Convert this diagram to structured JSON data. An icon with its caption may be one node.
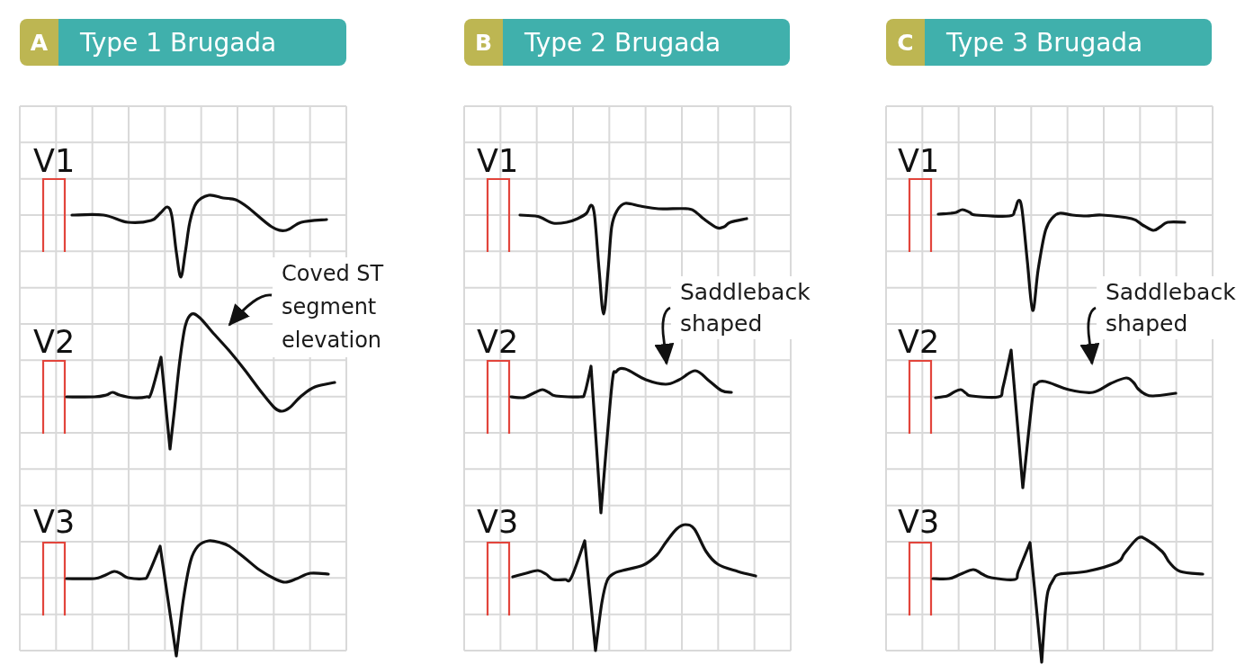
{
  "diagram": {
    "nodes": [
      {
        "text": [
          "A"
        ]
      },
      {
        "text": [
          "Type 1 Brugada"
        ]
      },
      {
        "text": [
          "B"
        ]
      },
      {
        "text": [
          "Type 2 Brugada"
        ]
      },
      {
        "text": [
          "C"
        ]
      },
      {
        "text": [
          "Type 3 Brugada"
        ]
      },
      {
        "text": [
          "Coved ST segment elevation"
        ]
      },
      {
        "text": [
          "Saddleback shaped"
        ]
      },
      {
        "text": [
          "Saddleback shaped"
        ]
      },
      {
        "text": [],
        "shape": "picture"
      },
      {
        "text": [],
        "shape": "picture"
      },
      {
        "text": [],
        "shape": "picture"
      }
    ],
    "edges": [
      {
        "from": 6,
        "to": 9,
        "arrow": "to"
      },
      {
        "from": 7,
        "to": 10,
        "arrow": "to"
      },
      {
        "from": 8,
        "to": 11,
        "arrow": "to"
      }
    ],
    "labels": [
      "V1",
      "V2",
      "V3",
      "V1",
      "V2",
      "V3",
      "V1",
      "V2",
      "V3"
    ]
  }
}
